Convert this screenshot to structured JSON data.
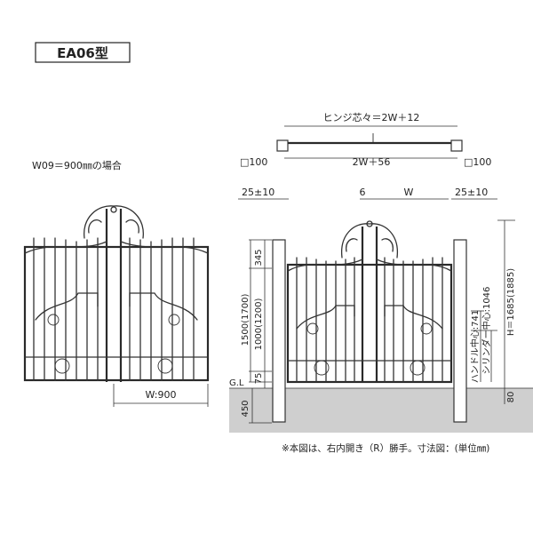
{
  "model": {
    "label": "EA06型"
  },
  "left_view": {
    "size_label": "W09＝900㎜の場合",
    "width_dim": "W:900"
  },
  "right_view": {
    "hinge_center": "ヒンジ芯々＝2W＋12",
    "post_left": "□100",
    "post_right": "□100",
    "overall": "2W＋56",
    "gap_left": "25±10",
    "gap_right": "25±10",
    "center_gap": "6",
    "leaf_w": "W",
    "dim_345": "345",
    "dim_1500": "1500(1700)",
    "dim_1000": "1000(1200)",
    "dim_75": "75",
    "dim_gl": "G.L",
    "dim_450": "450",
    "handle_center": "ハンドル中心:741",
    "cylinder_center": "シリンダー中心:1046",
    "height": "H＝1685(1885)",
    "dim_80": "80"
  },
  "footnote": "※本図は、右内開き（R）勝手。寸法図：(単位㎜)",
  "colors": {
    "ground": "#cfcfcf",
    "line": "#333333"
  }
}
